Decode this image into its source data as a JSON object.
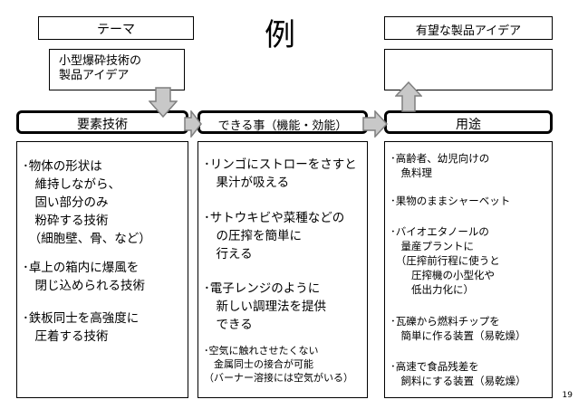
{
  "title": "例",
  "theme_label": "テーマ",
  "theme_content": "小型爆砕技術の\n製品アイデア",
  "product_idea_label": "有望な製品アイデア",
  "product_idea_content": "",
  "columns": {
    "elements": {
      "header": "要素技術",
      "items": [
        "･物体の形状は\n　維持しながら、\n　固い部分のみ\n　粉砕する技術\n　（細胞壁、骨、など）",
        "･卓上の箱内に爆風を\n　閉じ込められる技術",
        "･鉄板同士を高強度に\n　圧着する技術"
      ]
    },
    "functions": {
      "header": "できる事（機能・効能）",
      "items": [
        "･リンゴにストローをさすと\n　果汁が吸える",
        "･サトウキビや菜種などの\n　の圧搾を簡単に\n　行える",
        "･電子レンジのように\n　新しい調理法を提供\n　できる"
      ],
      "small_item": "･空気に触れさせたくない\n　金属同士の接合が可能\n（バーナー溶接には空気がいる）"
    },
    "uses": {
      "header": "用途",
      "items": [
        "･高齢者、幼児向けの\n　魚料理",
        "･果物のままシャーベット",
        "･バイオエタノールの\n　量産プラントに\n　（圧搾前行程に使うと\n　　圧搾機の小型化や\n　　低出力化に）",
        "･瓦礫から燃料チップを\n　簡単に作る装置（易乾燥）",
        "･高速で食品残差を\n　飼料にする装置（易乾燥）"
      ]
    }
  },
  "page_number": "19",
  "colors": {
    "arrow_fill": "#c8c8c8",
    "arrow_stroke": "#7f7f7f",
    "border": "#000000"
  }
}
